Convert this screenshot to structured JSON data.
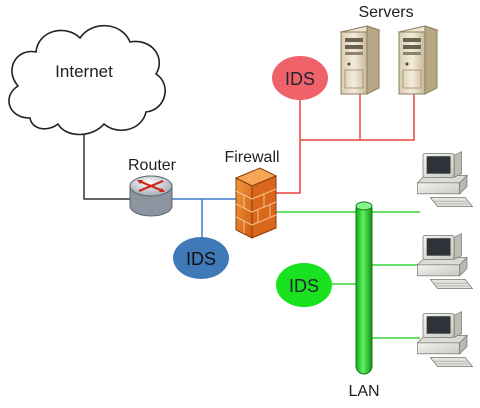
{
  "labels": {
    "internet": "Internet",
    "servers": "Servers",
    "router": "Router",
    "firewall": "Firewall",
    "lan": "LAN",
    "ids_red": "IDS",
    "ids_blue": "IDS",
    "ids_green": "IDS"
  },
  "nodes": {
    "cloud": {
      "icon": "cloud-icon"
    },
    "router": {
      "icon": "router-icon"
    },
    "firewall": {
      "icon": "firewall-brick-icon"
    },
    "server_1": {
      "icon": "server-tower-icon"
    },
    "server_2": {
      "icon": "server-tower-icon"
    },
    "workstation_1": {
      "icon": "computer-workstation-icon"
    },
    "workstation_2": {
      "icon": "computer-workstation-icon"
    },
    "workstation_3": {
      "icon": "computer-workstation-icon"
    },
    "lan_bus": {
      "icon": "lan-bus-icon"
    }
  },
  "colors": {
    "red_link": "#e8453c",
    "red_ids": "#f0626a",
    "blue_link": "#3a7fc9",
    "blue_ids": "#3f79b7",
    "green_link": "#33d633",
    "green_ids": "#19e11f",
    "lan_bus": "#27d32a",
    "dark_link": "#333333",
    "firewall": "#e4741d"
  }
}
